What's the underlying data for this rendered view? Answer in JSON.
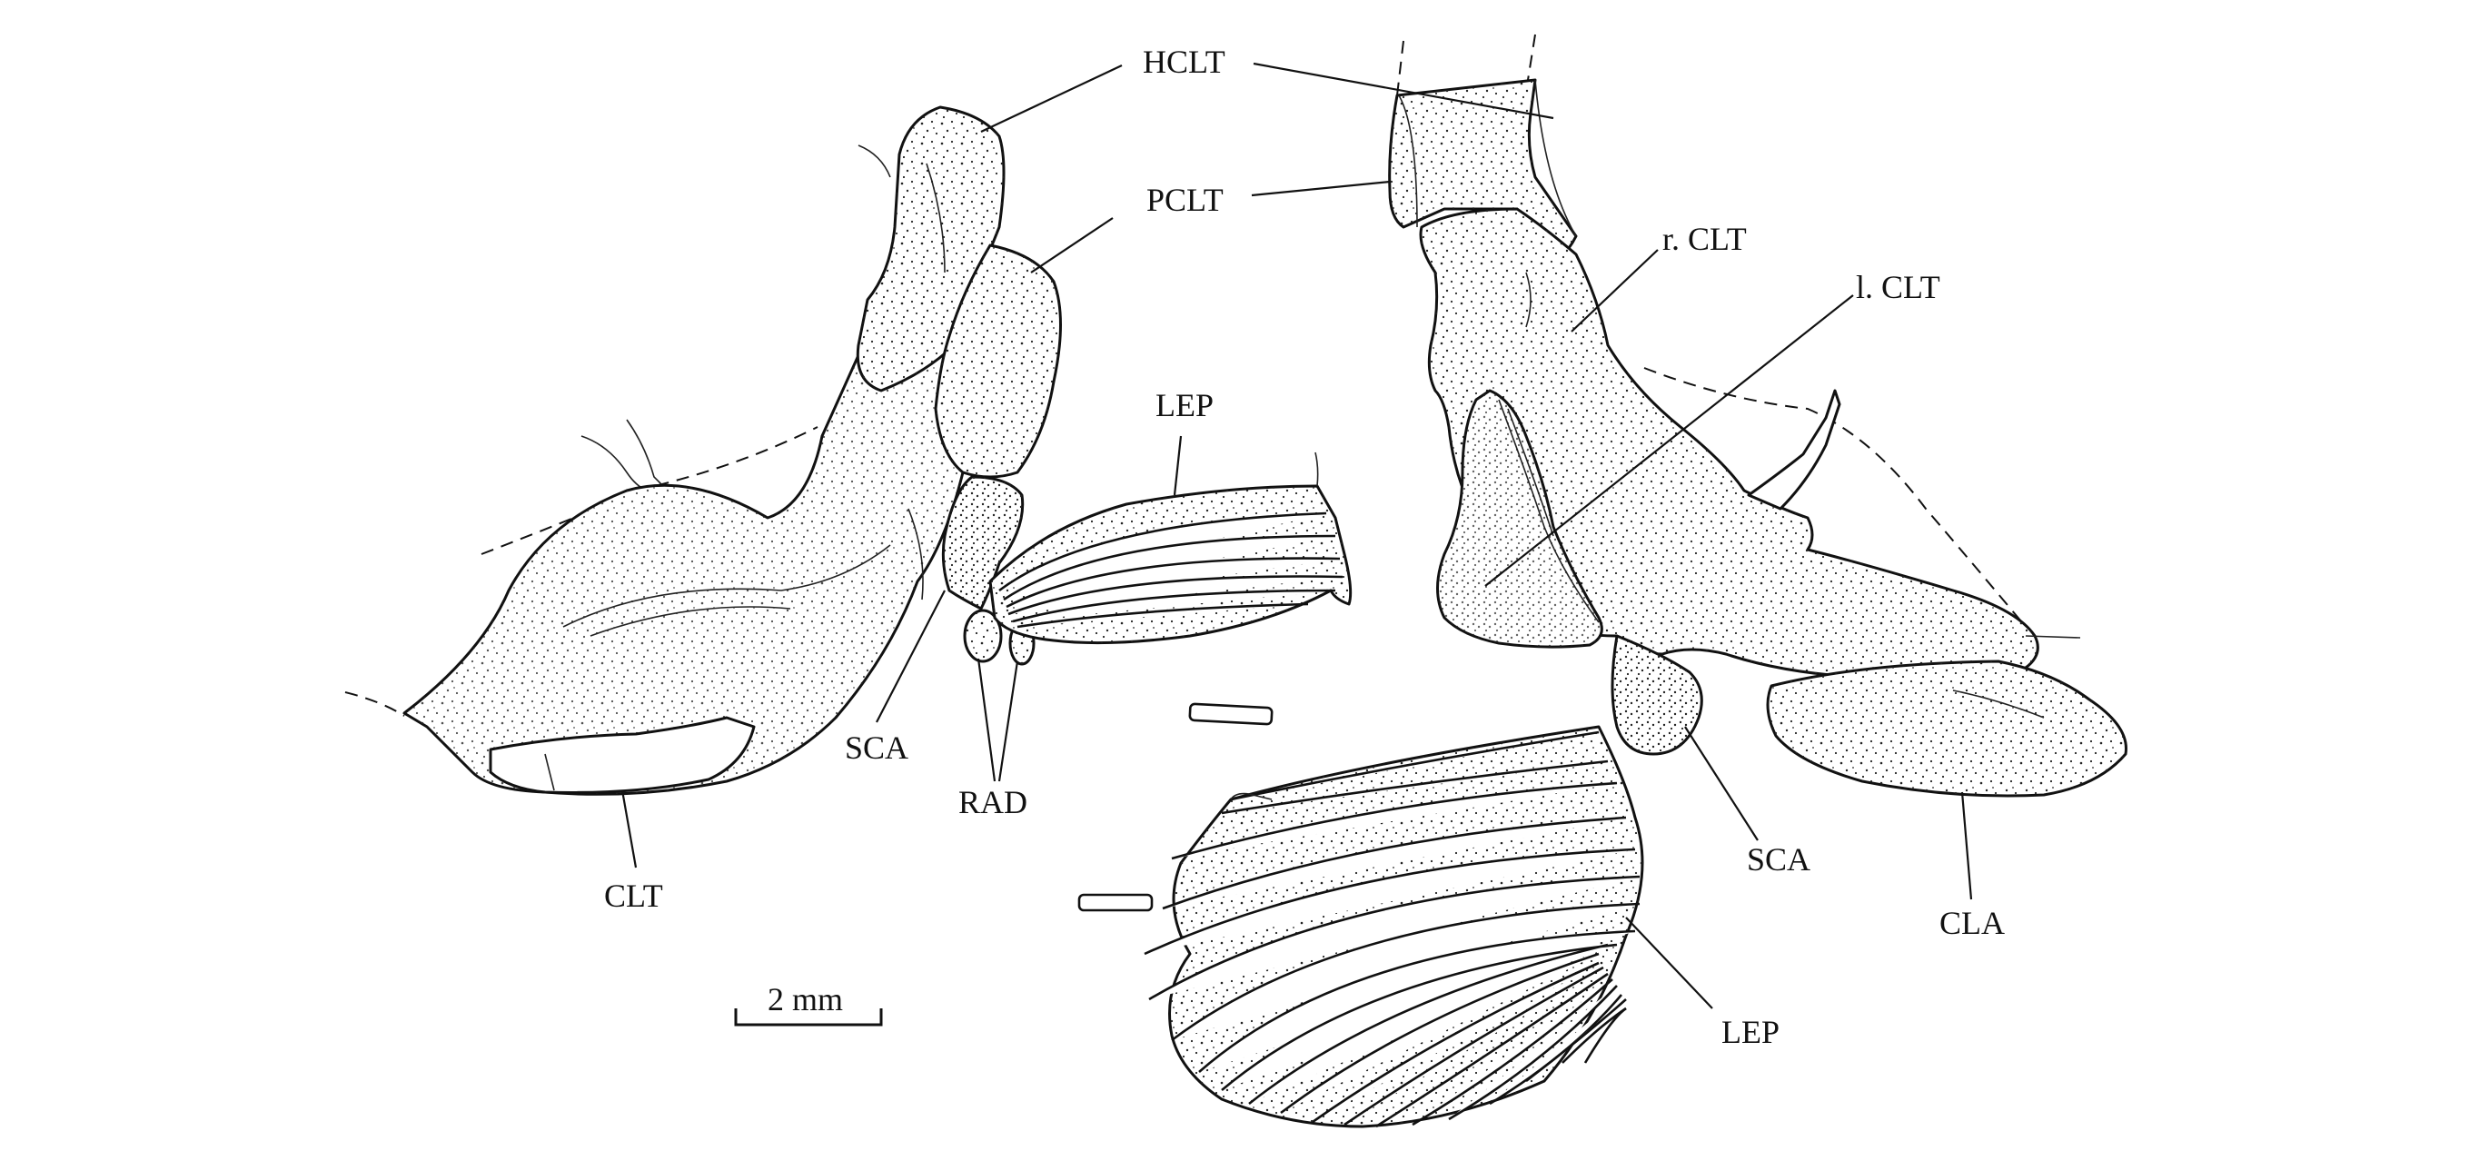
{
  "figure": {
    "labels": {
      "hclt": "HCLT",
      "pclt": "PCLT",
      "lep_left": "LEP",
      "sca_left": "SCA",
      "rad": "RAD",
      "clt": "CLT",
      "r_clt": "r. CLT",
      "l_clt": "l. CLT",
      "sca_right": "SCA",
      "cla": "CLA",
      "lep_right": "LEP"
    },
    "scale_bar": {
      "label": "2 mm"
    }
  }
}
